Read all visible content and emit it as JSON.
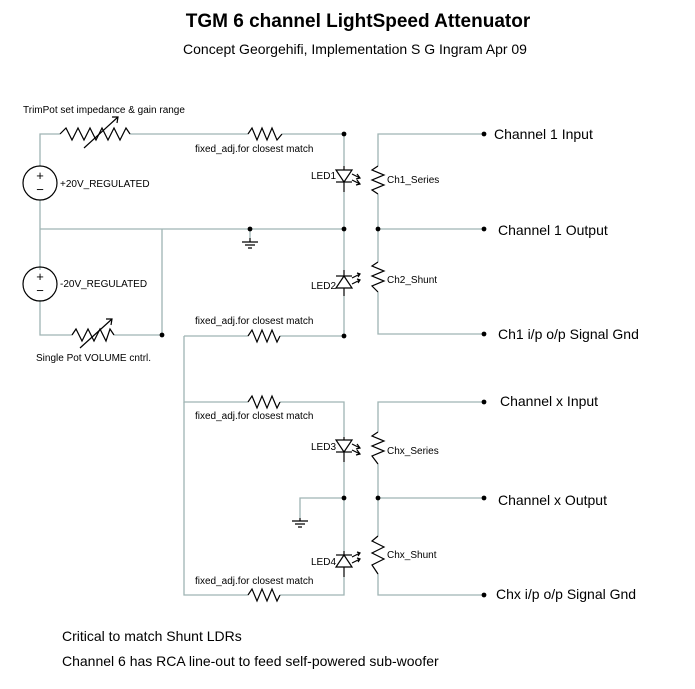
{
  "title": "TGM 6 channel LightSpeed Attenuator",
  "subtitle": "Concept Georgehifi, Implementation S G Ingram Apr 09",
  "labels": {
    "trimpot": "TrimPot set impedance & gain range",
    "pos_supply": "+20V_REGULATED",
    "neg_supply": "-20V_REGULATED",
    "volume_pot": "Single Pot VOLUME cntrl.",
    "fixed_adj_1": "fixed_adj.for closest match",
    "fixed_adj_2": "fixed_adj.for closest match",
    "fixed_adj_3": "fixed_adj.for closest match",
    "fixed_adj_4": "fixed_adj.for closest match",
    "led1": "LED1",
    "led2": "LED2",
    "led3": "LED3",
    "led4": "LED4",
    "ch1_series": "Ch1_Series",
    "ch2_shunt": "Ch2_Shunt",
    "chx_series": "Chx_Series",
    "chx_shunt": "Chx_Shunt"
  },
  "ports": {
    "ch1_input": "Channel 1 Input",
    "ch1_output": "Channel 1 Output",
    "ch1_gnd": "Ch1 i/p  o/p Signal Gnd",
    "chx_input": "Channel x Input",
    "chx_output": "Channel x Output",
    "chx_gnd": "Chx i/p  o/p Signal Gnd"
  },
  "notes": {
    "note1": "Critical to match Shunt LDRs",
    "note2": "Channel 6 has RCA line-out to feed self-powered sub-woofer"
  },
  "colors": {
    "wire": "#9fb4b3",
    "component": "#000000"
  }
}
